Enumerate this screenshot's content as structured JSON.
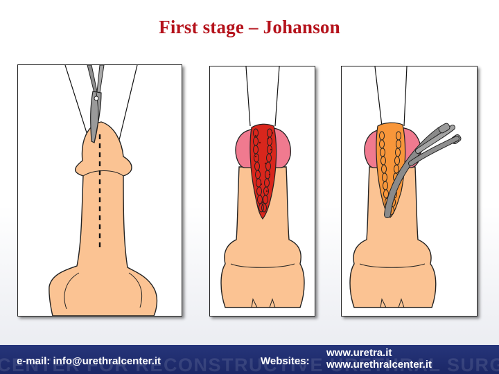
{
  "slide": {
    "title": "First stage – Johanson"
  },
  "panels": [
    {
      "id": "panel-1",
      "illustration": "incision-line-with-scissors"
    },
    {
      "id": "panel-2",
      "illustration": "opened-urethra-with-sutured-edges"
    },
    {
      "id": "panel-3",
      "illustration": "sutured-edges-with-catheter"
    }
  ],
  "colors": {
    "title": "#b5121b",
    "skin": "#fbc393",
    "mucosa_red": "#d9261c",
    "glans_pink": "#f07a8f",
    "orange_field": "#f8963a",
    "catheter_gray": "#8a8a8a",
    "footer_bg": "#1f2c6e"
  },
  "footer": {
    "email": "e-mail: info@urethralcenter.it",
    "websites_label": "Websites:",
    "websites": [
      "www.uretra.it",
      "www.urethralcenter.it"
    ],
    "watermark": "CENTER FOR RECONSTRUCTIVE URETHRAL SURGERY"
  }
}
